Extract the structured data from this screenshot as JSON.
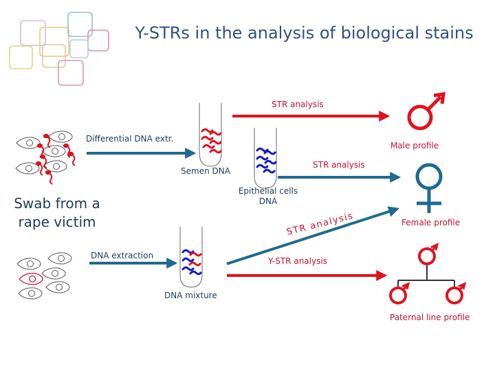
{
  "title": "Y-STRs in the analysis of biological stains",
  "labels": {
    "str_analysis_top": "STR analysis",
    "differential_extraction": "Differential DNA extr.",
    "male_profile": "Male profile",
    "str_analysis_mid": "STR analysis",
    "semen_dna": "Semen DNA",
    "epithelial_dna": "Epithelial cells DNA",
    "swab": "Swab from a rape victim",
    "str_analysis_diag": "STR analysis",
    "female_profile": "Female profile",
    "dna_extraction": "DNA extraction",
    "ystr_analysis": "Y-STR analysis",
    "dna_mixture": "DNA mixture",
    "paternal_line_profile": "Paternal line profile"
  },
  "colors": {
    "title": "#2f4f86",
    "text": "#1f3a5c",
    "red": "#e0121f",
    "blue_arrow": "#1f6a8f",
    "sperm_red": "#e0121f",
    "dna_blue": "#1418c8",
    "cell_outline": "#555555"
  },
  "icons": [
    "male-symbol-icon",
    "female-symbol-icon",
    "pedigree-male-icon",
    "test-tube-icon",
    "epithelial-cell-icon",
    "sperm-cell-icon"
  ]
}
